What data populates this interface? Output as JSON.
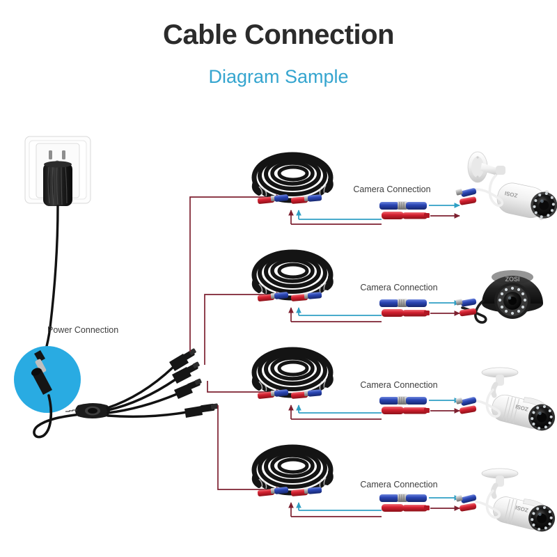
{
  "header": {
    "title": "Cable Connection",
    "subtitle": "Diagram Sample",
    "title_color": "#2b2b2b",
    "subtitle_color": "#35a5cf"
  },
  "colors": {
    "power_line": "#7d2030",
    "video_line": "#2f9fc4",
    "highlight_circle": "#29abe2",
    "connector_red": "#d32030",
    "connector_blue": "#2a46b4",
    "cable_black": "#141414",
    "camera_white": "#f2f2f2",
    "camera_black": "#1d1d1d"
  },
  "labels": {
    "power_connection": "Power Connection",
    "camera_connection": "Camera Connection"
  },
  "power": {
    "outlet_name": "wall-outlet",
    "adapter_name": "power-adapter",
    "splitter_name": "power-splitter-1-to-4",
    "splitter_outputs": 4
  },
  "rows": [
    {
      "index": 1,
      "camera_connection_label": "Camera Connection",
      "cable": "bnc-dc-extension-cable",
      "camera_type": "bullet",
      "camera_color": "white",
      "camera_brand": "ZOSI",
      "camera_mount": "wall"
    },
    {
      "index": 2,
      "camera_connection_label": "Camera Connection",
      "cable": "bnc-dc-extension-cable",
      "camera_type": "dome",
      "camera_color": "black",
      "camera_brand": "ZOSI",
      "camera_mount": "ceiling"
    },
    {
      "index": 3,
      "camera_connection_label": "Camera Connection",
      "cable": "bnc-dc-extension-cable",
      "camera_type": "bullet",
      "camera_color": "white",
      "camera_brand": "ZOSI",
      "camera_mount": "ceiling"
    },
    {
      "index": 4,
      "camera_connection_label": "Camera Connection",
      "cable": "bnc-dc-extension-cable",
      "camera_type": "bullet",
      "camera_color": "white",
      "camera_brand": "ZOSI",
      "camera_mount": "ceiling"
    }
  ]
}
